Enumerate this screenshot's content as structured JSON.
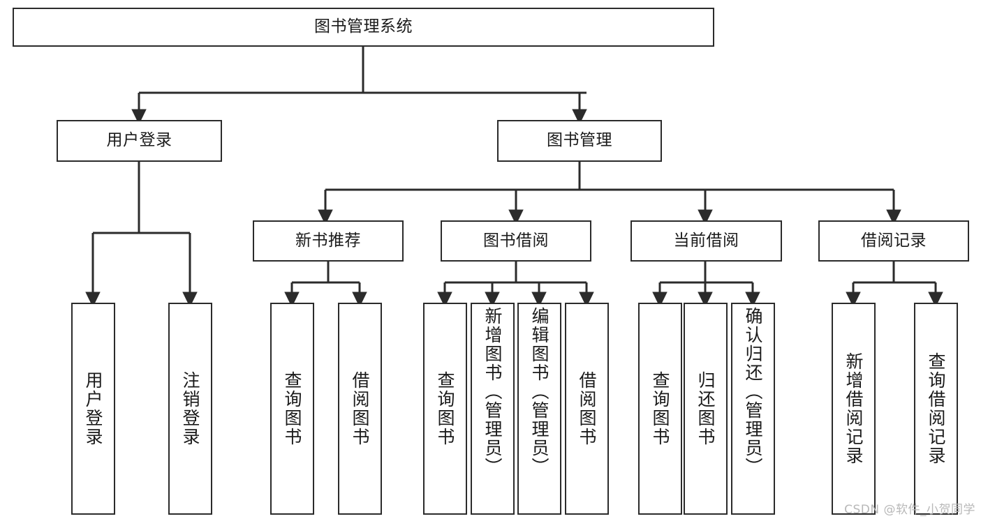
{
  "diagram": {
    "type": "tree-hierarchy",
    "title": "图书管理系统",
    "watermark": "CSDN @软件_小贺同学",
    "colors": {
      "stroke": "#2b2b2b",
      "fill": "#ffffff",
      "text": "#1a1a1a",
      "watermark": "#b8b8b8"
    },
    "nodes": {
      "root": {
        "label": "图书管理系统"
      },
      "level1": [
        {
          "id": "user-login",
          "label": "用户登录"
        },
        {
          "id": "book-manage",
          "label": "图书管理"
        }
      ],
      "level2": [
        {
          "id": "new-book-rec",
          "label": "新书推荐",
          "parent": "book-manage"
        },
        {
          "id": "book-borrow",
          "label": "图书借阅",
          "parent": "book-manage"
        },
        {
          "id": "current-borrow",
          "label": "当前借阅",
          "parent": "book-manage"
        },
        {
          "id": "borrow-record",
          "label": "借阅记录",
          "parent": "book-manage"
        }
      ],
      "leaves": [
        {
          "id": "leaf-user-login",
          "label": "用户登录",
          "parent": "user-login"
        },
        {
          "id": "leaf-user-logout",
          "label": "注销登录",
          "parent": "user-login"
        },
        {
          "id": "leaf-rec-query",
          "label": "查询图书",
          "parent": "new-book-rec"
        },
        {
          "id": "leaf-rec-borrow",
          "label": "借阅图书",
          "parent": "new-book-rec"
        },
        {
          "id": "leaf-borrow-query",
          "label": "查询图书",
          "parent": "book-borrow"
        },
        {
          "id": "leaf-borrow-add",
          "label": "新增图书（管理员）",
          "parent": "book-borrow"
        },
        {
          "id": "leaf-borrow-edit",
          "label": "编辑图书（管理员）",
          "parent": "book-borrow"
        },
        {
          "id": "leaf-borrow-lend",
          "label": "借阅图书",
          "parent": "book-borrow"
        },
        {
          "id": "leaf-current-query",
          "label": "查询图书",
          "parent": "current-borrow"
        },
        {
          "id": "leaf-current-return",
          "label": "归还图书",
          "parent": "current-borrow"
        },
        {
          "id": "leaf-current-confirm",
          "label": "确认归还（管理员）",
          "parent": "current-borrow"
        },
        {
          "id": "leaf-record-add",
          "label": "新增借阅记录",
          "parent": "borrow-record"
        },
        {
          "id": "leaf-record-query",
          "label": "查询借阅记录",
          "parent": "borrow-record"
        }
      ]
    }
  }
}
